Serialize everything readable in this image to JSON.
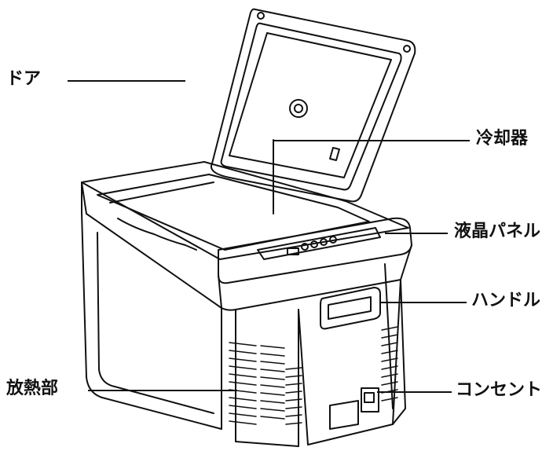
{
  "diagram": {
    "labels": {
      "door": "ドア",
      "cooler": "冷却器",
      "lcd_panel": "液晶パネル",
      "handle": "ハンドル",
      "heat_sink": "放熱部",
      "outlet": "コンセント"
    },
    "colors": {
      "line": "#111111",
      "background": "#ffffff"
    }
  }
}
